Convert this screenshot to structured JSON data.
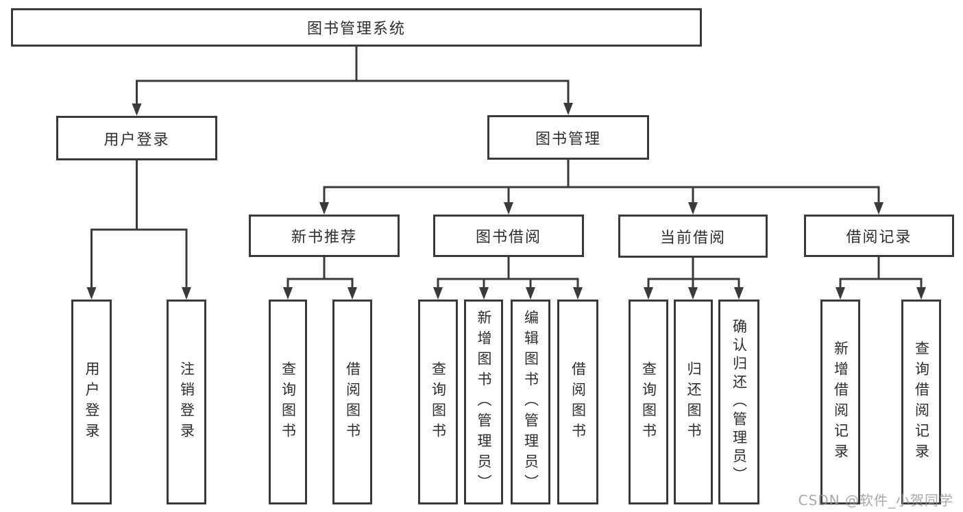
{
  "tree": {
    "label": "图书管理系统",
    "children": [
      {
        "label": "用户登录",
        "children": [
          {
            "label": "用户登录"
          },
          {
            "label": "注销登录"
          }
        ]
      },
      {
        "label": "图书管理",
        "children": [
          {
            "label": "新书推荐",
            "children": [
              {
                "label": "查询图书"
              },
              {
                "label": "借阅图书"
              }
            ]
          },
          {
            "label": "图书借阅",
            "children": [
              {
                "label": "查询图书"
              },
              {
                "label": "新增图书（管理员）"
              },
              {
                "label": "编辑图书（管理员）"
              },
              {
                "label": "借阅图书"
              }
            ]
          },
          {
            "label": "当前借阅",
            "children": [
              {
                "label": "查询图书"
              },
              {
                "label": "归还图书"
              },
              {
                "label": "确认归还（管理员）"
              }
            ]
          },
          {
            "label": "借阅记录",
            "children": [
              {
                "label": "新增借阅记录"
              },
              {
                "label": "查询借阅记录"
              }
            ]
          }
        ]
      }
    ]
  },
  "watermark": {
    "text": "CSDN @软件_小贺同学"
  },
  "colors": {
    "line": "#3a3a3a",
    "box_border": "#3a3a3a",
    "text": "#2e2e2e",
    "watermark": "#949494",
    "background": "#ffffff"
  }
}
